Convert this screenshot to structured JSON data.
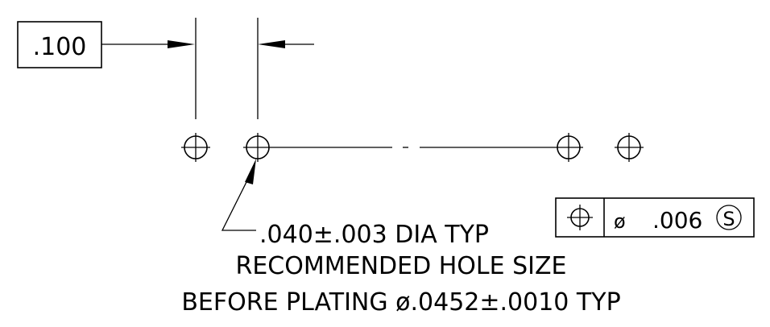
{
  "drawing": {
    "spacing_dimension": ".100",
    "hole_callout": ".040±.003 DIA TYP",
    "note_line_1": "RECOMMENDED HOLE SIZE",
    "note_line_2": "BEFORE PLATING ø.0452±.0010 TYP",
    "feature_control_frame": {
      "symbol": "position-symbol",
      "diameter_symbol": "ø",
      "tolerance": ".006",
      "modifier": "S"
    },
    "colors": {
      "line": "#000000",
      "background": "#ffffff"
    }
  }
}
